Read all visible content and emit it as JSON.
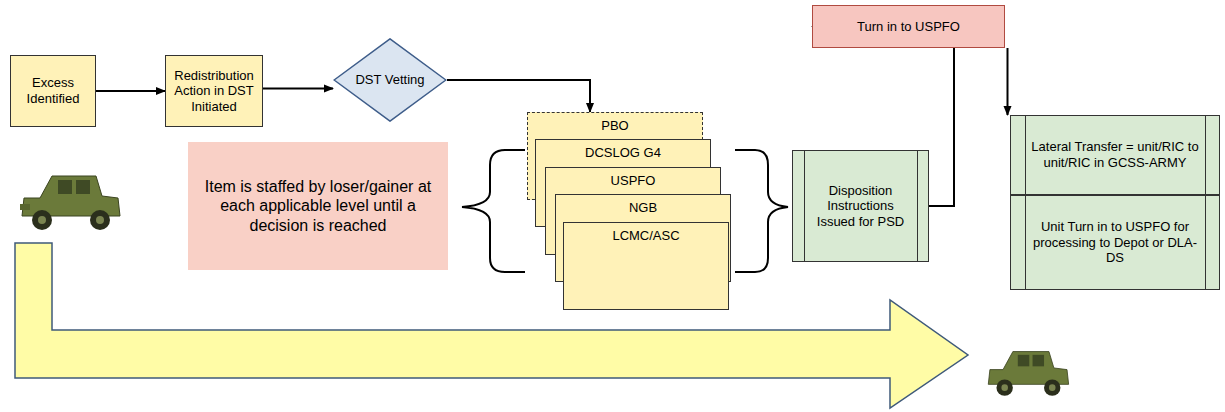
{
  "diagram": {
    "nodes": [
      {
        "text": [
          "Excess Identified"
        ]
      },
      {
        "text": [
          "Redistribution Action in DST Initiated"
        ]
      },
      {
        "text": [
          "DST Vetting"
        ]
      },
      {
        "text": [
          "Item is staffed by loser/gainer at each applicable level until a decision is reached"
        ]
      },
      {
        "text": [
          "PBO"
        ]
      },
      {
        "text": [
          "DCSLOG G4"
        ]
      },
      {
        "text": [
          "USPFO"
        ]
      },
      {
        "text": [
          "NGB"
        ]
      },
      {
        "text": [
          "LCMC/ASC"
        ]
      },
      {
        "text": [
          "Disposition Instructions Issued for PSD"
        ]
      },
      {
        "text": [
          "Turn in to USPFO"
        ]
      },
      {
        "text": [
          "Lateral Transfer = unit/RIC to unit/RIC in GCSS-ARMY"
        ]
      },
      {
        "text": [
          "Unit Turn in to USPFO for processing to Depot or DLA-DS"
        ]
      }
    ],
    "edges": [
      {
        "from": 0,
        "to": 1,
        "arrow": "to"
      },
      {
        "from": 1,
        "to": 2,
        "arrow": "to"
      },
      {
        "from": 2,
        "to": 4,
        "arrow": "to"
      },
      {
        "from": 9,
        "to": 10,
        "arrow": "to"
      },
      {
        "from": 10,
        "to": 11,
        "arrow": "to"
      }
    ]
  }
}
